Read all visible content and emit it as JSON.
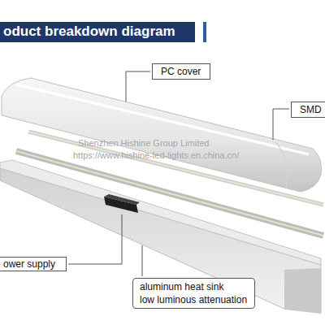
{
  "diagram": {
    "title": "oduct breakdown diagram",
    "nodes": [
      {
        "text": [
          "PC cover"
        ]
      },
      {
        "text": [
          "SMD"
        ]
      },
      {
        "text": [
          "ower supply"
        ]
      },
      {
        "text": [
          "aluminum heat sink",
          "low luminous attenuation"
        ]
      }
    ],
    "labels": [
      "Shenzhen Hishine Group Limited",
      "https://www.hishine-led-lights.en.china.cn/"
    ]
  }
}
